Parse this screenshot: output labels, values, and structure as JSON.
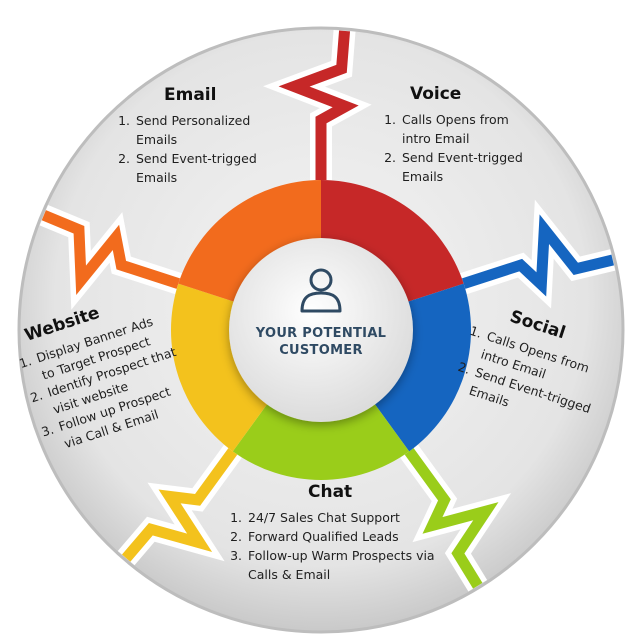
{
  "center": {
    "line1": "YOUR POTENTIAL",
    "line2": "CUSTOMER",
    "icon": "user-icon"
  },
  "segments": [
    {
      "key": "email",
      "color": "#c62828"
    },
    {
      "key": "voice",
      "color": "#1565c0"
    },
    {
      "key": "social",
      "color": "#9acd1a"
    },
    {
      "key": "chat",
      "color": "#f3c21d"
    },
    {
      "key": "website",
      "color": "#f26b1d"
    }
  ],
  "panels": {
    "email": {
      "title": "Email",
      "items": [
        "Send Personalized Emails",
        "Send Event-trigged Emails"
      ]
    },
    "voice": {
      "title": "Voice",
      "items": [
        "Calls Opens from intro Email",
        "Send Event-trigged Emails"
      ]
    },
    "social": {
      "title": "Social",
      "items": [
        "Calls Opens from intro Email",
        "Send Event-trigged Emails"
      ]
    },
    "chat": {
      "title": "Chat",
      "items": [
        "24/7 Sales Chat Support",
        "Forward Qualified Leads",
        "Follow-up Warm Prospects via Calls & Email"
      ]
    },
    "website": {
      "title": "Website",
      "items": [
        "Display Banner Ads to Target Prospect",
        "Identify Prospect that visit website",
        "Follow up Prospect via Call & Email"
      ]
    }
  }
}
